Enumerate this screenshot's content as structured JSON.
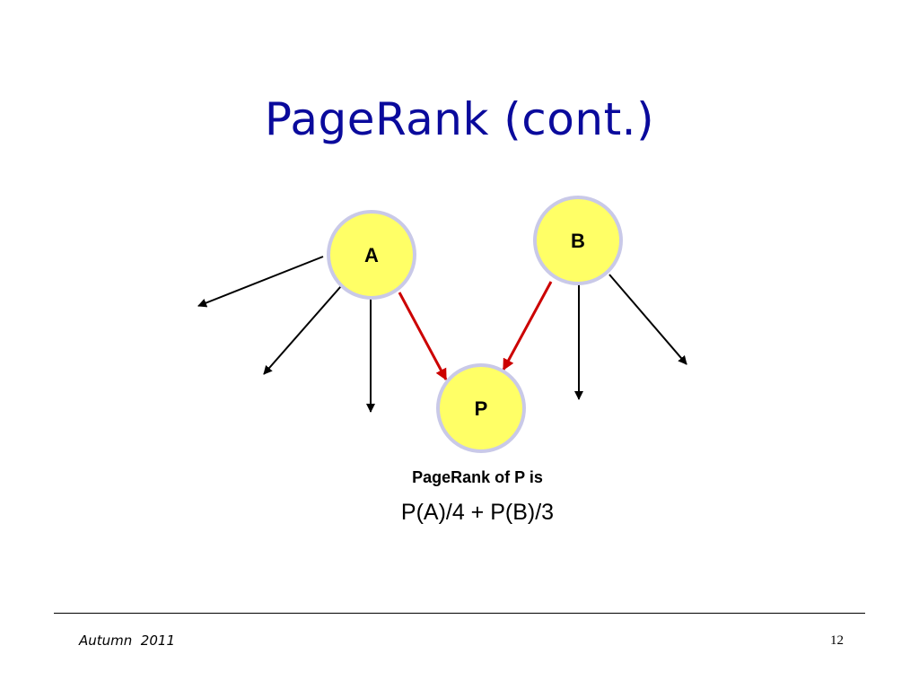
{
  "slide": {
    "title": "PageRank (cont.)",
    "caption_label": "PageRank of P is",
    "caption_formula": "P(A)/4 + P(B)/3",
    "footer_left": "Autumn  2011",
    "page_number": "12"
  },
  "diagram": {
    "nodes": [
      {
        "id": "A",
        "label": "A"
      },
      {
        "id": "B",
        "label": "B"
      },
      {
        "id": "P",
        "label": "P"
      }
    ],
    "edges": [
      {
        "from": "A",
        "to": "P",
        "highlighted": true
      },
      {
        "from": "B",
        "to": "P",
        "highlighted": true
      },
      {
        "from": "A",
        "to": "outside",
        "highlighted": false
      },
      {
        "from": "A",
        "to": "outside",
        "highlighted": false
      },
      {
        "from": "A",
        "to": "outside",
        "highlighted": false
      },
      {
        "from": "B",
        "to": "outside",
        "highlighted": false
      },
      {
        "from": "B",
        "to": "outside",
        "highlighted": false
      }
    ],
    "colors": {
      "node_fill": "#ffff66",
      "node_stroke": "#c9c9e8",
      "highlight_edge": "#cc0000",
      "edge": "#000000",
      "title": "#0a0a9c"
    }
  }
}
